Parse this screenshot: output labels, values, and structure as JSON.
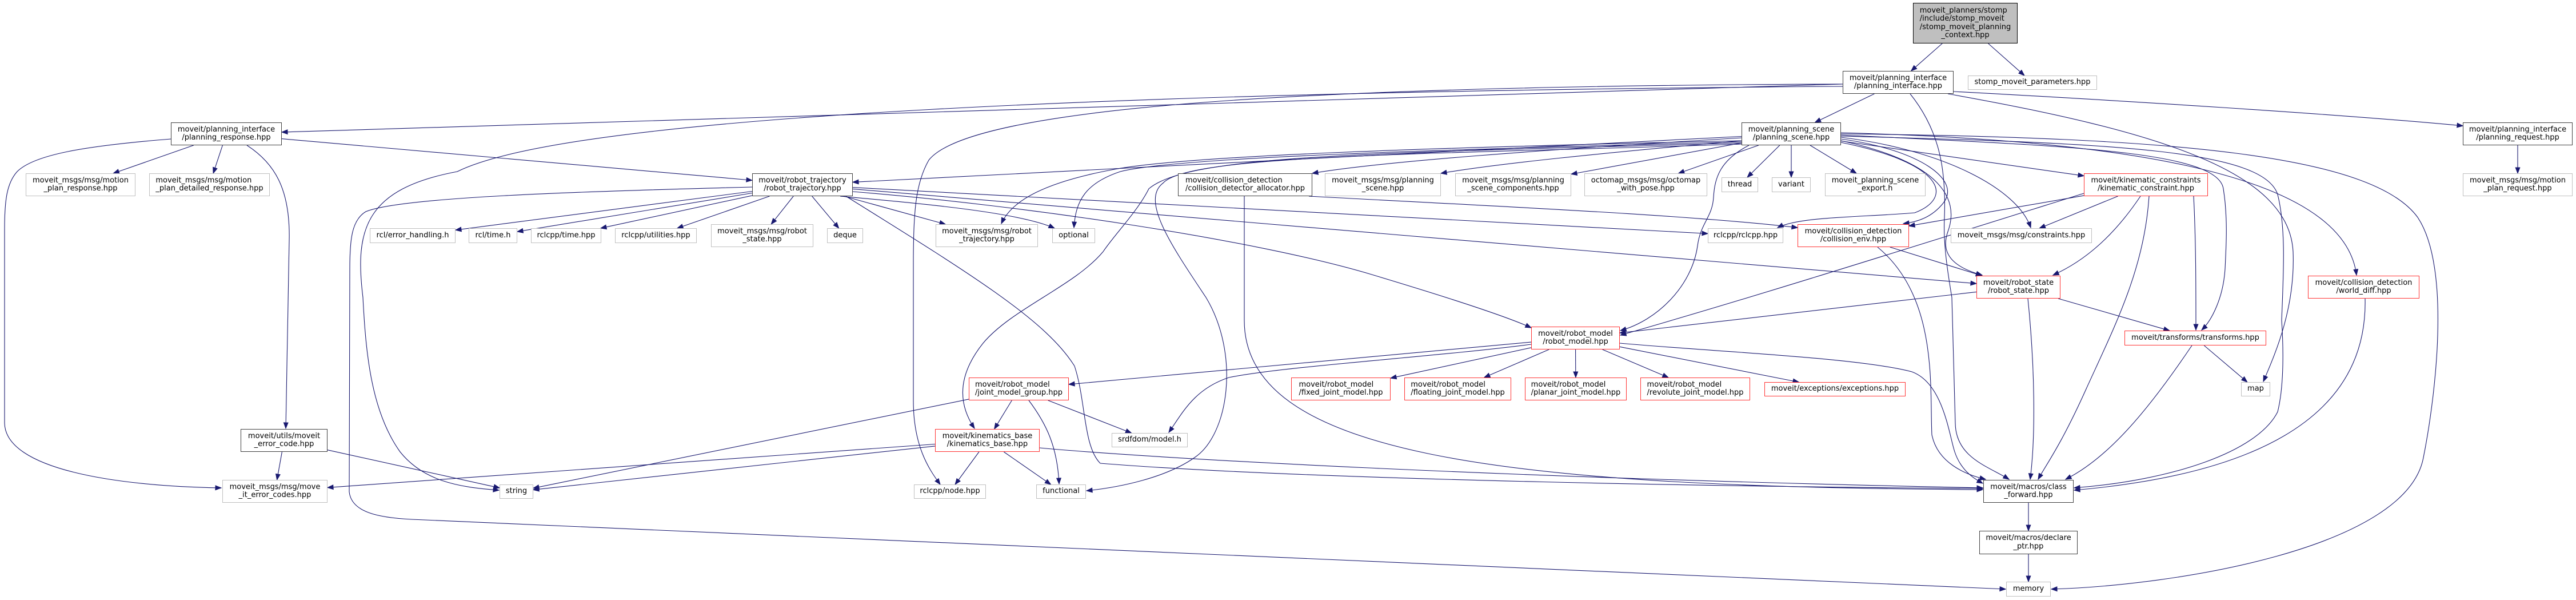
{
  "graph": {
    "node_styles": {
      "current": {
        "fill": "#bfbfbf",
        "border": "#000000"
      },
      "documented": {
        "fill": "#ffffff",
        "border": "#404040"
      },
      "truncated": {
        "fill": "#ffffff",
        "border": "#ff3333"
      },
      "external": {
        "fill": "#ffffff",
        "border": "#bfbfbf"
      }
    },
    "edge_color": "#191970",
    "text_color": "#000000",
    "nodes": [
      {
        "id": "stomp_moveit_planning_context_hpp",
        "kind": "current",
        "label": "moveit_planners/stomp/include/stomp_moveit/stomp_moveit_planning_context.hpp",
        "lines": [
          "moveit_planners/stomp",
          "/include/stomp_moveit",
          "/stomp_moveit_planning",
          "_context.hpp"
        ]
      },
      {
        "id": "planning_interface_hpp",
        "kind": "documented",
        "label": "moveit/planning_interface/planning_interface.hpp",
        "lines": [
          "moveit/planning_interface",
          "/planning_interface.hpp"
        ]
      },
      {
        "id": "stomp_moveit_parameters_hpp",
        "kind": "external",
        "label": "stomp_moveit_parameters.hpp",
        "lines": [
          "stomp_moveit_parameters.hpp"
        ]
      },
      {
        "id": "planning_response_hpp",
        "kind": "documented",
        "label": "moveit/planning_interface/planning_response.hpp",
        "lines": [
          "moveit/planning_interface",
          "/planning_response.hpp"
        ]
      },
      {
        "id": "planning_scene_hpp",
        "kind": "documented",
        "label": "moveit/planning_scene/planning_scene.hpp",
        "lines": [
          "moveit/planning_scene",
          "/planning_scene.hpp"
        ]
      },
      {
        "id": "planning_request_hpp",
        "kind": "documented",
        "label": "moveit/planning_interface/planning_request.hpp",
        "lines": [
          "moveit/planning_interface",
          "/planning_request.hpp"
        ]
      },
      {
        "id": "msg_motion_plan_response_hpp",
        "kind": "external",
        "label": "moveit_msgs/msg/motion_plan_response.hpp",
        "lines": [
          "moveit_msgs/msg/motion",
          "_plan_response.hpp"
        ]
      },
      {
        "id": "msg_motion_plan_detailed_response_hpp",
        "kind": "external",
        "label": "moveit_msgs/msg/motion_plan_detailed_response.hpp",
        "lines": [
          "moveit_msgs/msg/motion",
          "_plan_detailed_response.hpp"
        ]
      },
      {
        "id": "msg_motion_plan_request_hpp",
        "kind": "external",
        "label": "moveit_msgs/msg/motion_plan_request.hpp",
        "lines": [
          "moveit_msgs/msg/motion",
          "_plan_request.hpp"
        ]
      },
      {
        "id": "robot_trajectory_hpp",
        "kind": "documented",
        "label": "moveit/robot_trajectory/robot_trajectory.hpp",
        "lines": [
          "moveit/robot_trajectory",
          "/robot_trajectory.hpp"
        ]
      },
      {
        "id": "collision_detector_allocator_hpp",
        "kind": "documented",
        "label": "moveit/collision_detection/collision_detector_allocator.hpp",
        "lines": [
          "moveit/collision_detection",
          "/collision_detector_allocator.hpp"
        ]
      },
      {
        "id": "msg_planning_scene_hpp",
        "kind": "external",
        "label": "moveit_msgs/msg/planning_scene.hpp",
        "lines": [
          "moveit_msgs/msg/planning",
          "_scene.hpp"
        ]
      },
      {
        "id": "msg_planning_scene_components_hpp",
        "kind": "external",
        "label": "moveit_msgs/msg/planning_scene_components.hpp",
        "lines": [
          "moveit_msgs/msg/planning",
          "_scene_components.hpp"
        ]
      },
      {
        "id": "octomap_with_pose_hpp",
        "kind": "external",
        "label": "octomap_msgs/msg/octomap_with_pose.hpp",
        "lines": [
          "octomap_msgs/msg/octomap",
          "_with_pose.hpp"
        ]
      },
      {
        "id": "thread",
        "kind": "external",
        "label": "thread",
        "lines": [
          "thread"
        ]
      },
      {
        "id": "variant",
        "kind": "external",
        "label": "variant",
        "lines": [
          "variant"
        ]
      },
      {
        "id": "moveit_planning_scene_export_h",
        "kind": "external",
        "label": "moveit_planning_scene_export.h",
        "lines": [
          "moveit_planning_scene",
          "_export.h"
        ]
      },
      {
        "id": "kinematic_constraint_hpp",
        "kind": "truncated",
        "label": "moveit/kinematic_constraints/kinematic_constraint.hpp",
        "lines": [
          "moveit/kinematic_constraints",
          "/kinematic_constraint.hpp"
        ]
      },
      {
        "id": "rcl_error_handling_h",
        "kind": "external",
        "label": "rcl/error_handling.h",
        "lines": [
          "rcl/error_handling.h"
        ]
      },
      {
        "id": "rcl_time_h",
        "kind": "external",
        "label": "rcl/time.h",
        "lines": [
          "rcl/time.h"
        ]
      },
      {
        "id": "rclcpp_time_hpp",
        "kind": "external",
        "label": "rclcpp/time.hpp",
        "lines": [
          "rclcpp/time.hpp"
        ]
      },
      {
        "id": "rclcpp_utilities_hpp",
        "kind": "external",
        "label": "rclcpp/utilities.hpp",
        "lines": [
          "rclcpp/utilities.hpp"
        ]
      },
      {
        "id": "msg_robot_state_hpp",
        "kind": "external",
        "label": "moveit_msgs/msg/robot_state.hpp",
        "lines": [
          "moveit_msgs/msg/robot",
          "_state.hpp"
        ]
      },
      {
        "id": "deque",
        "kind": "external",
        "label": "deque",
        "lines": [
          "deque"
        ]
      },
      {
        "id": "msg_robot_trajectory_hpp",
        "kind": "external",
        "label": "moveit_msgs/msg/robot_trajectory.hpp",
        "lines": [
          "moveit_msgs/msg/robot",
          "_trajectory.hpp"
        ]
      },
      {
        "id": "optional",
        "kind": "external",
        "label": "optional",
        "lines": [
          "optional"
        ]
      },
      {
        "id": "rclcpp_rclcpp_hpp",
        "kind": "external",
        "label": "rclcpp/rclcpp.hpp",
        "lines": [
          "rclcpp/rclcpp.hpp"
        ]
      },
      {
        "id": "collision_env_hpp",
        "kind": "truncated",
        "label": "moveit/collision_detection/collision_env.hpp",
        "lines": [
          "moveit/collision_detection",
          "/collision_env.hpp"
        ]
      },
      {
        "id": "msg_constraints_hpp",
        "kind": "external",
        "label": "moveit_msgs/msg/constraints.hpp",
        "lines": [
          "moveit_msgs/msg/constraints.hpp"
        ]
      },
      {
        "id": "robot_state_hpp",
        "kind": "truncated",
        "label": "moveit/robot_state/robot_state.hpp",
        "lines": [
          "moveit/robot_state",
          "/robot_state.hpp"
        ]
      },
      {
        "id": "world_diff_hpp",
        "kind": "truncated",
        "label": "moveit/collision_detection/world_diff.hpp",
        "lines": [
          "moveit/collision_detection",
          "/world_diff.hpp"
        ]
      },
      {
        "id": "robot_model_hpp",
        "kind": "truncated",
        "label": "moveit/robot_model/robot_model.hpp",
        "lines": [
          "moveit/robot_model",
          "/robot_model.hpp"
        ]
      },
      {
        "id": "transforms_hpp",
        "kind": "truncated",
        "label": "moveit/transforms/transforms.hpp",
        "lines": [
          "moveit/transforms/transforms.hpp"
        ]
      },
      {
        "id": "joint_model_group_hpp",
        "kind": "truncated",
        "label": "moveit/robot_model/joint_model_group.hpp",
        "lines": [
          "moveit/robot_model",
          "/joint_model_group.hpp"
        ]
      },
      {
        "id": "fixed_joint_model_hpp",
        "kind": "truncated",
        "label": "moveit/robot_model/fixed_joint_model.hpp",
        "lines": [
          "moveit/robot_model",
          "/fixed_joint_model.hpp"
        ]
      },
      {
        "id": "floating_joint_model_hpp",
        "kind": "truncated",
        "label": "moveit/robot_model/floating_joint_model.hpp",
        "lines": [
          "moveit/robot_model",
          "/floating_joint_model.hpp"
        ]
      },
      {
        "id": "planar_joint_model_hpp",
        "kind": "truncated",
        "label": "moveit/robot_model/planar_joint_model.hpp",
        "lines": [
          "moveit/robot_model",
          "/planar_joint_model.hpp"
        ]
      },
      {
        "id": "revolute_joint_model_hpp",
        "kind": "truncated",
        "label": "moveit/robot_model/revolute_joint_model.hpp",
        "lines": [
          "moveit/robot_model",
          "/revolute_joint_model.hpp"
        ]
      },
      {
        "id": "exceptions_hpp",
        "kind": "truncated",
        "label": "moveit/exceptions/exceptions.hpp",
        "lines": [
          "moveit/exceptions/exceptions.hpp"
        ]
      },
      {
        "id": "map",
        "kind": "external",
        "label": "map",
        "lines": [
          "map"
        ]
      },
      {
        "id": "kinematics_base_hpp",
        "kind": "truncated",
        "label": "moveit/kinematics_base/kinematics_base.hpp",
        "lines": [
          "moveit/kinematics_base",
          "/kinematics_base.hpp"
        ]
      },
      {
        "id": "srdfdom_model_h",
        "kind": "external",
        "label": "srdfdom/model.h",
        "lines": [
          "srdfdom/model.h"
        ]
      },
      {
        "id": "moveit_error_code_hpp",
        "kind": "documented",
        "label": "moveit/utils/moveit_error_code.hpp",
        "lines": [
          "moveit/utils/moveit",
          "_error_code.hpp"
        ]
      },
      {
        "id": "msg_move_it_error_codes_hpp",
        "kind": "external",
        "label": "moveit_msgs/msg/move_it_error_codes.hpp",
        "lines": [
          "moveit_msgs/msg/move",
          "_it_error_codes.hpp"
        ]
      },
      {
        "id": "string",
        "kind": "external",
        "label": "string",
        "lines": [
          "string"
        ]
      },
      {
        "id": "rclcpp_node_hpp",
        "kind": "external",
        "label": "rclcpp/node.hpp",
        "lines": [
          "rclcpp/node.hpp"
        ]
      },
      {
        "id": "functional",
        "kind": "external",
        "label": "functional",
        "lines": [
          "functional"
        ]
      },
      {
        "id": "class_forward_hpp",
        "kind": "documented",
        "label": "moveit/macros/class_forward.hpp",
        "lines": [
          "moveit/macros/class",
          "_forward.hpp"
        ]
      },
      {
        "id": "declare_ptr_hpp",
        "kind": "documented",
        "label": "moveit/macros/declare_ptr.hpp",
        "lines": [
          "moveit/macros/declare",
          "_ptr.hpp"
        ]
      },
      {
        "id": "memory",
        "kind": "external",
        "label": "memory",
        "lines": [
          "memory"
        ]
      }
    ],
    "edges": [
      {
        "from": "stomp_moveit_planning_context_hpp",
        "to": "planning_interface_hpp"
      },
      {
        "from": "stomp_moveit_planning_context_hpp",
        "to": "stomp_moveit_parameters_hpp"
      },
      {
        "from": "planning_interface_hpp",
        "to": "planning_response_hpp"
      },
      {
        "from": "planning_interface_hpp",
        "to": "planning_scene_hpp"
      },
      {
        "from": "planning_interface_hpp",
        "to": "planning_request_hpp"
      },
      {
        "from": "planning_interface_hpp",
        "to": "class_forward_hpp"
      },
      {
        "from": "planning_interface_hpp",
        "to": "string"
      },
      {
        "from": "planning_interface_hpp",
        "to": "map"
      },
      {
        "from": "planning_interface_hpp",
        "to": "rclcpp_node_hpp"
      },
      {
        "from": "planning_response_hpp",
        "to": "msg_motion_plan_response_hpp"
      },
      {
        "from": "planning_response_hpp",
        "to": "msg_motion_plan_detailed_response_hpp"
      },
      {
        "from": "planning_response_hpp",
        "to": "robot_trajectory_hpp"
      },
      {
        "from": "planning_response_hpp",
        "to": "moveit_error_code_hpp"
      },
      {
        "from": "planning_response_hpp",
        "to": "msg_move_it_error_codes_hpp"
      },
      {
        "from": "planning_request_hpp",
        "to": "msg_motion_plan_request_hpp"
      },
      {
        "from": "planning_scene_hpp",
        "to": "robot_trajectory_hpp"
      },
      {
        "from": "planning_scene_hpp",
        "to": "collision_detector_allocator_hpp"
      },
      {
        "from": "planning_scene_hpp",
        "to": "msg_planning_scene_hpp"
      },
      {
        "from": "planning_scene_hpp",
        "to": "msg_planning_scene_components_hpp"
      },
      {
        "from": "planning_scene_hpp",
        "to": "octomap_with_pose_hpp"
      },
      {
        "from": "planning_scene_hpp",
        "to": "thread"
      },
      {
        "from": "planning_scene_hpp",
        "to": "variant"
      },
      {
        "from": "planning_scene_hpp",
        "to": "moveit_planning_scene_export_h"
      },
      {
        "from": "planning_scene_hpp",
        "to": "kinematic_constraint_hpp"
      },
      {
        "from": "planning_scene_hpp",
        "to": "msg_robot_trajectory_hpp"
      },
      {
        "from": "planning_scene_hpp",
        "to": "optional"
      },
      {
        "from": "planning_scene_hpp",
        "to": "rclcpp_rclcpp_hpp"
      },
      {
        "from": "planning_scene_hpp",
        "to": "collision_env_hpp"
      },
      {
        "from": "planning_scene_hpp",
        "to": "msg_constraints_hpp"
      },
      {
        "from": "planning_scene_hpp",
        "to": "robot_state_hpp"
      },
      {
        "from": "planning_scene_hpp",
        "to": "world_diff_hpp"
      },
      {
        "from": "planning_scene_hpp",
        "to": "robot_model_hpp"
      },
      {
        "from": "planning_scene_hpp",
        "to": "transforms_hpp"
      },
      {
        "from": "planning_scene_hpp",
        "to": "kinematics_base_hpp"
      },
      {
        "from": "planning_scene_hpp",
        "to": "functional"
      },
      {
        "from": "planning_scene_hpp",
        "to": "class_forward_hpp"
      },
      {
        "from": "planning_scene_hpp",
        "to": "memory"
      },
      {
        "from": "robot_trajectory_hpp",
        "to": "rcl_error_handling_h"
      },
      {
        "from": "robot_trajectory_hpp",
        "to": "rcl_time_h"
      },
      {
        "from": "robot_trajectory_hpp",
        "to": "rclcpp_time_hpp"
      },
      {
        "from": "robot_trajectory_hpp",
        "to": "rclcpp_utilities_hpp"
      },
      {
        "from": "robot_trajectory_hpp",
        "to": "msg_robot_state_hpp"
      },
      {
        "from": "robot_trajectory_hpp",
        "to": "deque"
      },
      {
        "from": "robot_trajectory_hpp",
        "to": "msg_robot_trajectory_hpp"
      },
      {
        "from": "robot_trajectory_hpp",
        "to": "optional"
      },
      {
        "from": "robot_trajectory_hpp",
        "to": "rclcpp_rclcpp_hpp"
      },
      {
        "from": "robot_trajectory_hpp",
        "to": "robot_state_hpp"
      },
      {
        "from": "robot_trajectory_hpp",
        "to": "robot_model_hpp"
      },
      {
        "from": "robot_trajectory_hpp",
        "to": "class_forward_hpp"
      },
      {
        "from": "robot_trajectory_hpp",
        "to": "memory"
      },
      {
        "from": "collision_detector_allocator_hpp",
        "to": "collision_env_hpp"
      },
      {
        "from": "collision_detector_allocator_hpp",
        "to": "class_forward_hpp"
      },
      {
        "from": "kinematic_constraint_hpp",
        "to": "collision_env_hpp"
      },
      {
        "from": "kinematic_constraint_hpp",
        "to": "msg_constraints_hpp"
      },
      {
        "from": "kinematic_constraint_hpp",
        "to": "robot_state_hpp"
      },
      {
        "from": "kinematic_constraint_hpp",
        "to": "robot_model_hpp"
      },
      {
        "from": "kinematic_constraint_hpp",
        "to": "transforms_hpp"
      },
      {
        "from": "kinematic_constraint_hpp",
        "to": "class_forward_hpp"
      },
      {
        "from": "collision_env_hpp",
        "to": "robot_state_hpp"
      },
      {
        "from": "collision_env_hpp",
        "to": "class_forward_hpp"
      },
      {
        "from": "robot_state_hpp",
        "to": "robot_model_hpp"
      },
      {
        "from": "robot_state_hpp",
        "to": "transforms_hpp"
      },
      {
        "from": "robot_state_hpp",
        "to": "class_forward_hpp"
      },
      {
        "from": "world_diff_hpp",
        "to": "class_forward_hpp"
      },
      {
        "from": "robot_model_hpp",
        "to": "joint_model_group_hpp"
      },
      {
        "from": "robot_model_hpp",
        "to": "fixed_joint_model_hpp"
      },
      {
        "from": "robot_model_hpp",
        "to": "floating_joint_model_hpp"
      },
      {
        "from": "robot_model_hpp",
        "to": "planar_joint_model_hpp"
      },
      {
        "from": "robot_model_hpp",
        "to": "revolute_joint_model_hpp"
      },
      {
        "from": "robot_model_hpp",
        "to": "exceptions_hpp"
      },
      {
        "from": "robot_model_hpp",
        "to": "srdfdom_model_h"
      },
      {
        "from": "robot_model_hpp",
        "to": "class_forward_hpp"
      },
      {
        "from": "transforms_hpp",
        "to": "map"
      },
      {
        "from": "transforms_hpp",
        "to": "class_forward_hpp"
      },
      {
        "from": "joint_model_group_hpp",
        "to": "kinematics_base_hpp"
      },
      {
        "from": "joint_model_group_hpp",
        "to": "srdfdom_model_h"
      },
      {
        "from": "joint_model_group_hpp",
        "to": "functional"
      },
      {
        "from": "joint_model_group_hpp",
        "to": "string"
      },
      {
        "from": "kinematics_base_hpp",
        "to": "rclcpp_node_hpp"
      },
      {
        "from": "kinematics_base_hpp",
        "to": "functional"
      },
      {
        "from": "kinematics_base_hpp",
        "to": "msg_move_it_error_codes_hpp"
      },
      {
        "from": "kinematics_base_hpp",
        "to": "string"
      },
      {
        "from": "kinematics_base_hpp",
        "to": "class_forward_hpp"
      },
      {
        "from": "moveit_error_code_hpp",
        "to": "msg_move_it_error_codes_hpp"
      },
      {
        "from": "moveit_error_code_hpp",
        "to": "string"
      },
      {
        "from": "class_forward_hpp",
        "to": "declare_ptr_hpp"
      },
      {
        "from": "declare_ptr_hpp",
        "to": "memory"
      }
    ]
  }
}
